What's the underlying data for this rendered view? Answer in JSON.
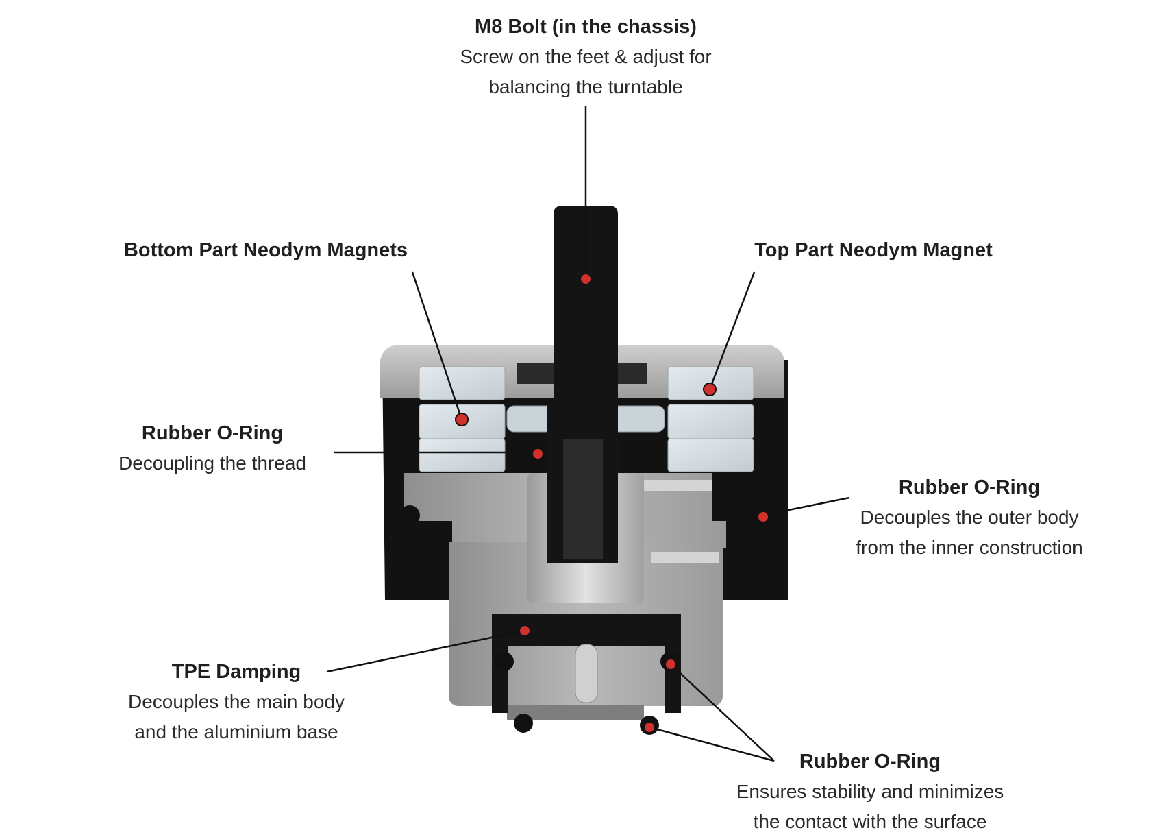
{
  "colors": {
    "marker": "#d0312d",
    "rubber": "#121212",
    "aluminium": "#a9a9a9",
    "magnet": "#d6dde2",
    "leader": "#111111"
  },
  "callouts": {
    "m8_bolt": {
      "title": "M8 Bolt (in the chassis)",
      "desc1": "Screw on the feet & adjust for",
      "desc2": "balancing the turntable"
    },
    "bottom_magnets": {
      "title": "Bottom Part Neodym Magnets"
    },
    "top_magnet": {
      "title": "Top Part Neodym Magnet"
    },
    "oring_thread": {
      "title": "Rubber O-Ring",
      "desc1": "Decoupling the thread"
    },
    "oring_outer": {
      "title": "Rubber O-Ring",
      "desc1": "Decouples the outer body",
      "desc2": "from the inner construction"
    },
    "tpe": {
      "title": "TPE Damping",
      "desc1": "Decouples the main body",
      "desc2": "and the aluminium base"
    },
    "oring_surface": {
      "title": "Rubber O-Ring",
      "desc1": "Ensures stability and minimizes",
      "desc2": "the contact with the surface"
    }
  }
}
